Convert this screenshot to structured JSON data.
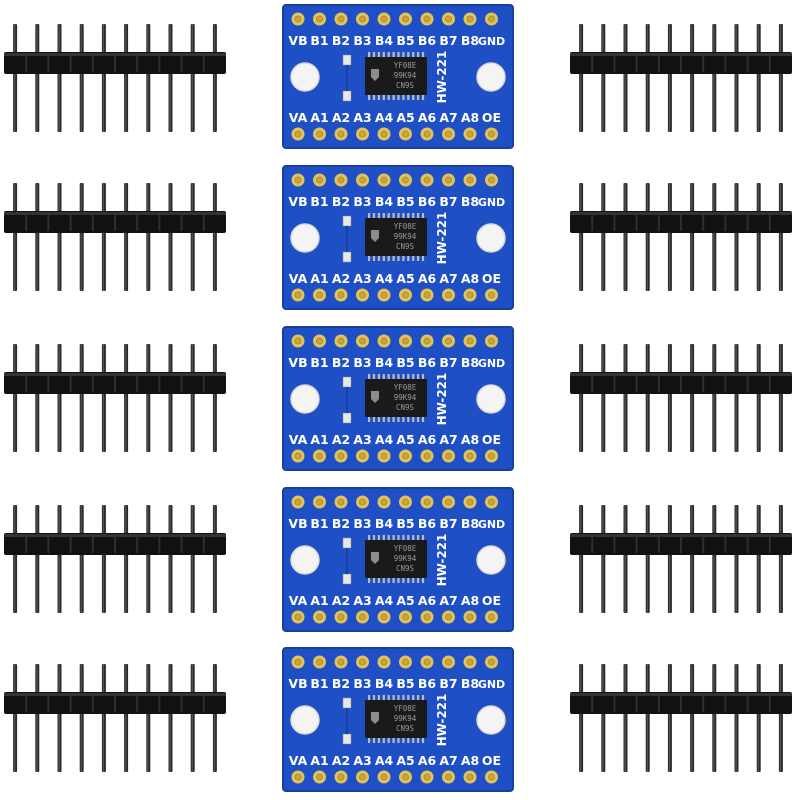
{
  "product": {
    "module_label": "HW-221",
    "chip_marking": [
      "YF08E",
      "99K94",
      "CN9S"
    ],
    "top_pins": [
      "VB",
      "B1",
      "B2",
      "B3",
      "B4",
      "B5",
      "B6",
      "B7",
      "B8",
      "GND"
    ],
    "bottom_pins": [
      "VA",
      "A1",
      "A2",
      "A3",
      "A4",
      "A5",
      "A6",
      "A7",
      "A8",
      "OE"
    ],
    "module_count": 5,
    "header_count": 10,
    "pins_per_header": 10
  },
  "colors": {
    "pcb": "#1e4fc4",
    "pcb_dark": "#173fa0",
    "silkscreen": "#ffffff",
    "pad": "#e0c35a",
    "pad_hole": "#c9a53f",
    "chip": "#1a1a1a",
    "header_plastic": "#111111",
    "header_pin": "#2a2a2a"
  }
}
